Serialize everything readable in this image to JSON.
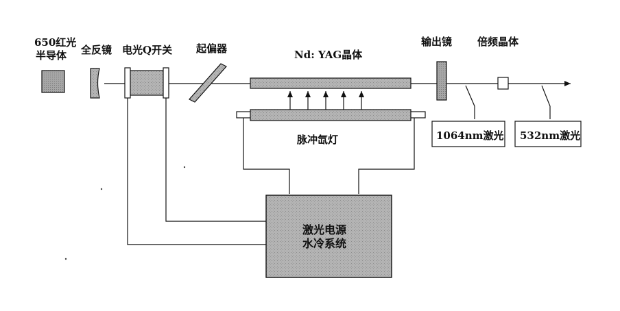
{
  "labels": {
    "semiconductor_line1": "650红光",
    "semiconductor_line2": "半导体",
    "full_mirror": "全反镜",
    "q_switch": "电光Q开关",
    "polarizer": "起偏器",
    "crystal": "Nd: YAG晶体",
    "output_mirror": "输出镜",
    "doubling_crystal": "倍频晶体",
    "lamp": "脉冲氙灯",
    "out_1064": "1064nm激光",
    "out_532": "532nm激光",
    "power_line1": "激光电源",
    "power_line2": "水冷系统"
  }
}
